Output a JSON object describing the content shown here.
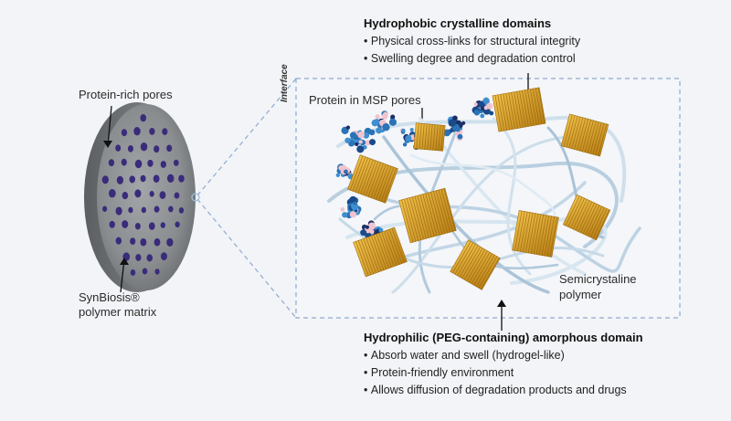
{
  "labels": {
    "protein_rich_pores": "Protein-rich pores",
    "synbiosis_line1": "SynBiosis®",
    "synbiosis_line2": "polymer matrix",
    "interface": "Interface",
    "protein_msp": "Protein in MSP pores",
    "semicrystalline_line1": "Semicrystaline",
    "semicrystalline_line2": "polymer"
  },
  "hydrophobic": {
    "title": "Hydrophobic crystalline domains",
    "bullets": [
      "Physical cross-links for structural integrity",
      "Swelling degree and degradation control"
    ]
  },
  "hydrophilic": {
    "title": "Hydrophilic (PEG-containing) amorphous domain",
    "bullets": [
      "Absorb water and swell (hydrogel-like)",
      "Protein-friendly environment",
      "Allows diffusion of degradation products and drugs"
    ]
  },
  "colors": {
    "background": "#f2f4f7",
    "disc": "#8a8d90",
    "pore": "#3a2c7a",
    "crystal": "#e0a72a",
    "strand": "#cfe0ec",
    "protein_blue": "#2a73b5",
    "protein_navy": "#1c2f66",
    "protein_pink": "#f0c4cf",
    "dashed_border": "#8fa9cf"
  }
}
